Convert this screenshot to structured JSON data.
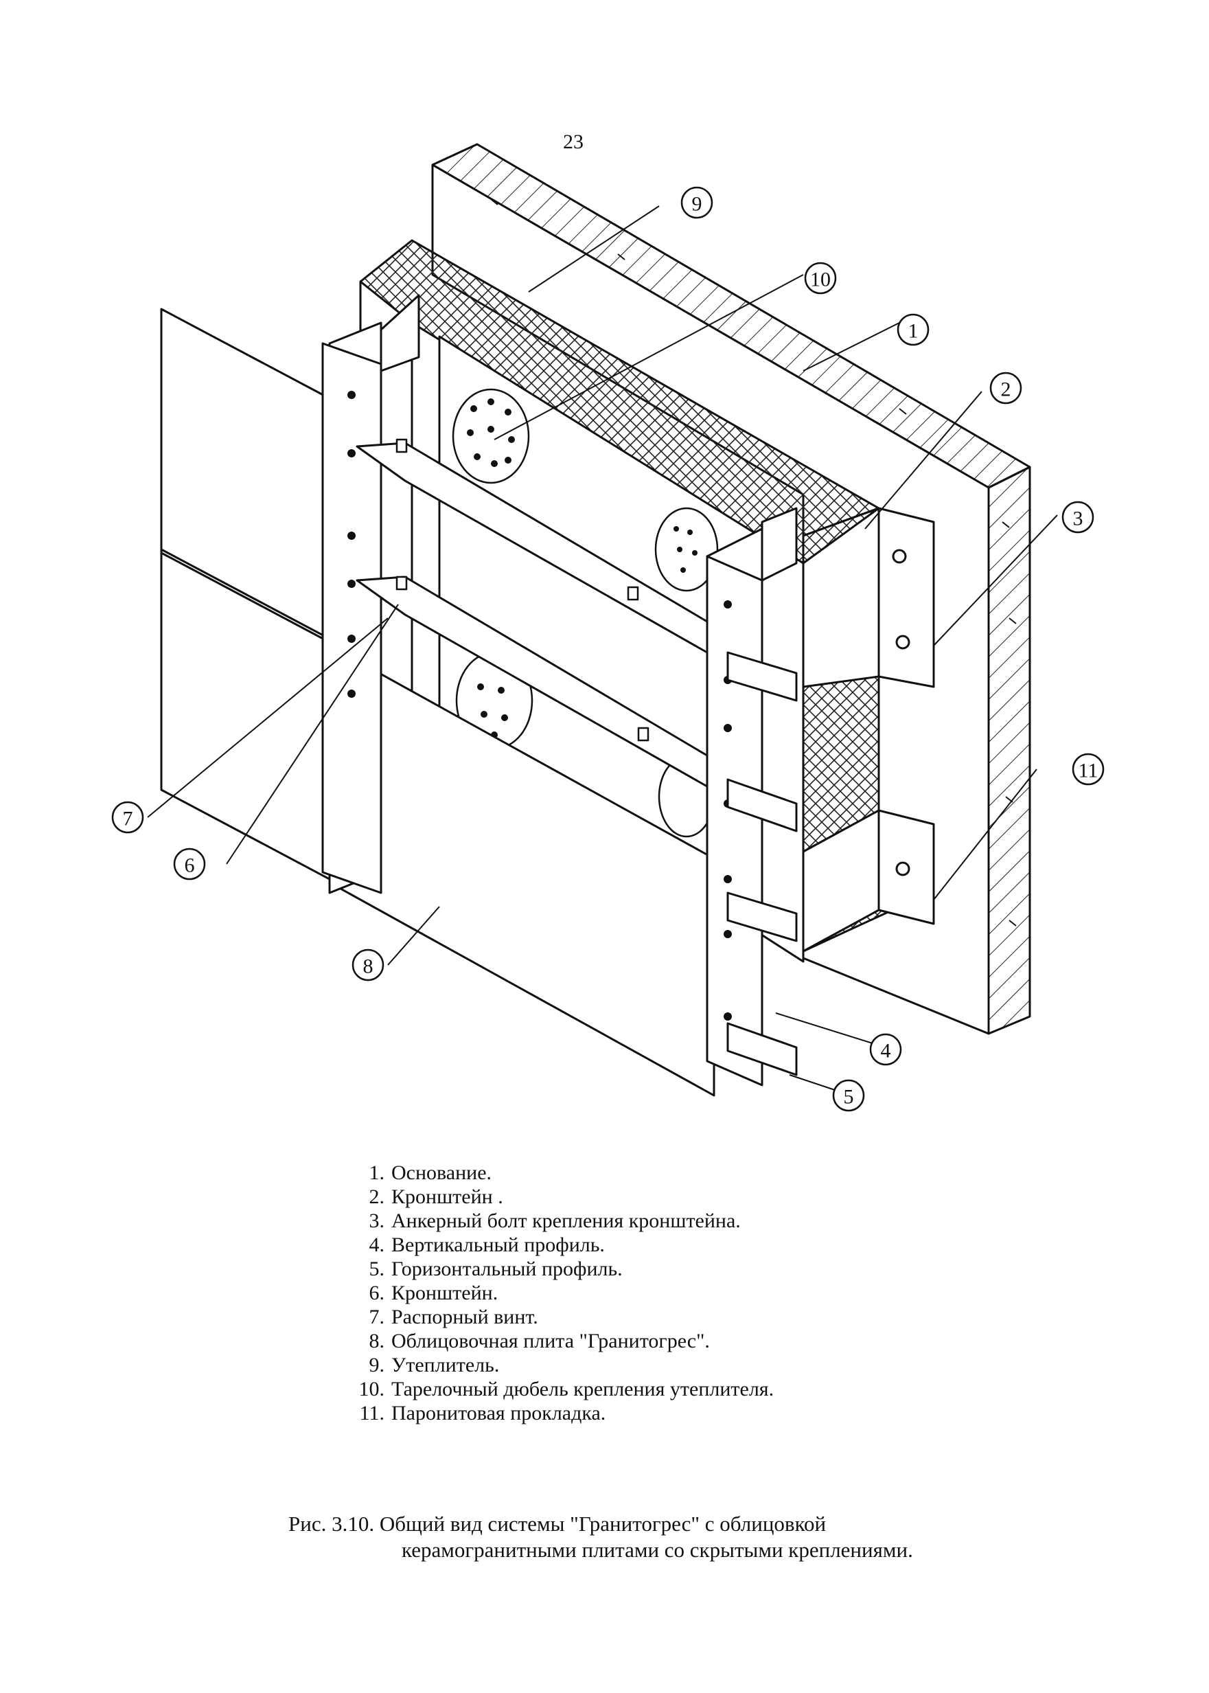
{
  "page": {
    "number": "23"
  },
  "callouts": [
    "1",
    "2",
    "3",
    "4",
    "5",
    "6",
    "7",
    "8",
    "9",
    "10",
    "11"
  ],
  "legend": [
    {
      "num": "1.",
      "text": "Основание."
    },
    {
      "num": "2.",
      "text": "Кронштейн ."
    },
    {
      "num": "3.",
      "text": "Анкерный болт крепления кронштейна."
    },
    {
      "num": "4.",
      "text": "Вертикальный профиль."
    },
    {
      "num": "5.",
      "text": "Горизонтальный профиль."
    },
    {
      "num": "6.",
      "text": "Кронштейн."
    },
    {
      "num": "7.",
      "text": "Распорный винт."
    },
    {
      "num": "8.",
      "text": "Облицовочная плита \"Гранитогрес\"."
    },
    {
      "num": "9.",
      "text": "Утеплитель."
    },
    {
      "num": "10.",
      "text": "Тарелочный дюбель крепления утеплителя."
    },
    {
      "num": "11.",
      "text": "Паронитовая прокладка."
    }
  ],
  "caption": {
    "label": "Рис. 3.10.",
    "line1": "Общий вид системы \"Гранитогрес\" с облицовкой",
    "line2": "керамогранитными плитами со скрытыми креплениями."
  }
}
